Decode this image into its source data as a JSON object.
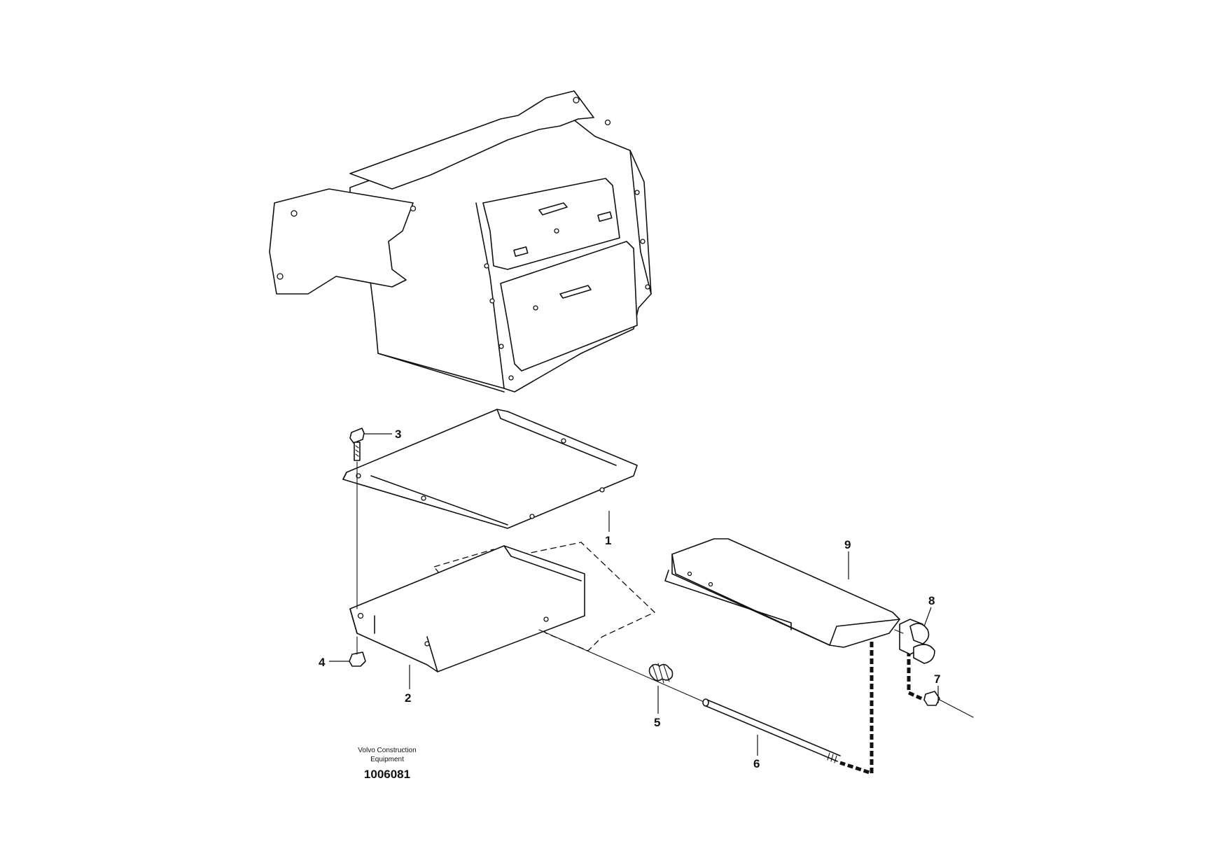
{
  "callouts": {
    "c1": "1",
    "c2": "2",
    "c3": "3",
    "c4": "4",
    "c5": "5",
    "c6": "6",
    "c7": "7",
    "c8": "8",
    "c9": "9"
  },
  "footer": {
    "brand_line1": "Volvo Construction",
    "brand_line2": "Equipment",
    "figure_number": "1006081"
  }
}
